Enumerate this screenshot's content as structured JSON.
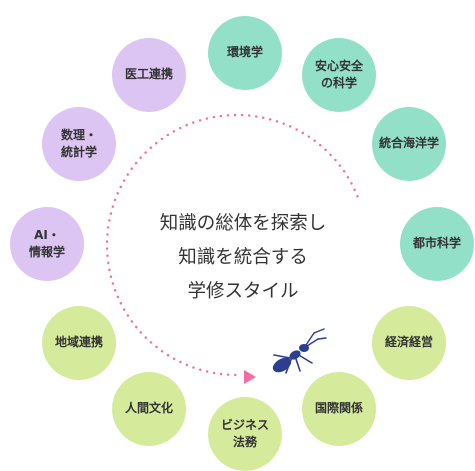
{
  "center": {
    "line1": "知識の総体を探索し",
    "line2": "知識を統合する",
    "line3": "学修スタイル"
  },
  "colors": {
    "teal": "#93e0c9",
    "purple": "#dcc4f3",
    "lime": "#d6ea9c",
    "ring": "#f06ea0",
    "ant": "#2b3e8f"
  },
  "fields": [
    {
      "label": "環境学",
      "color": "teal"
    },
    {
      "label": "安心安全\nの科学",
      "color": "teal"
    },
    {
      "label": "統合海洋学",
      "color": "teal"
    },
    {
      "label": "都市科学",
      "color": "teal"
    },
    {
      "label": "経済経営",
      "color": "lime"
    },
    {
      "label": "国際関係",
      "color": "lime"
    },
    {
      "label": "ビジネス\n法務",
      "color": "lime"
    },
    {
      "label": "人間文化",
      "color": "lime"
    },
    {
      "label": "地域連携",
      "color": "lime"
    },
    {
      "label": "AI・\n情報学",
      "color": "purple"
    },
    {
      "label": "数理・\n統計学",
      "color": "purple"
    },
    {
      "label": "医工連携",
      "color": "purple"
    }
  ]
}
